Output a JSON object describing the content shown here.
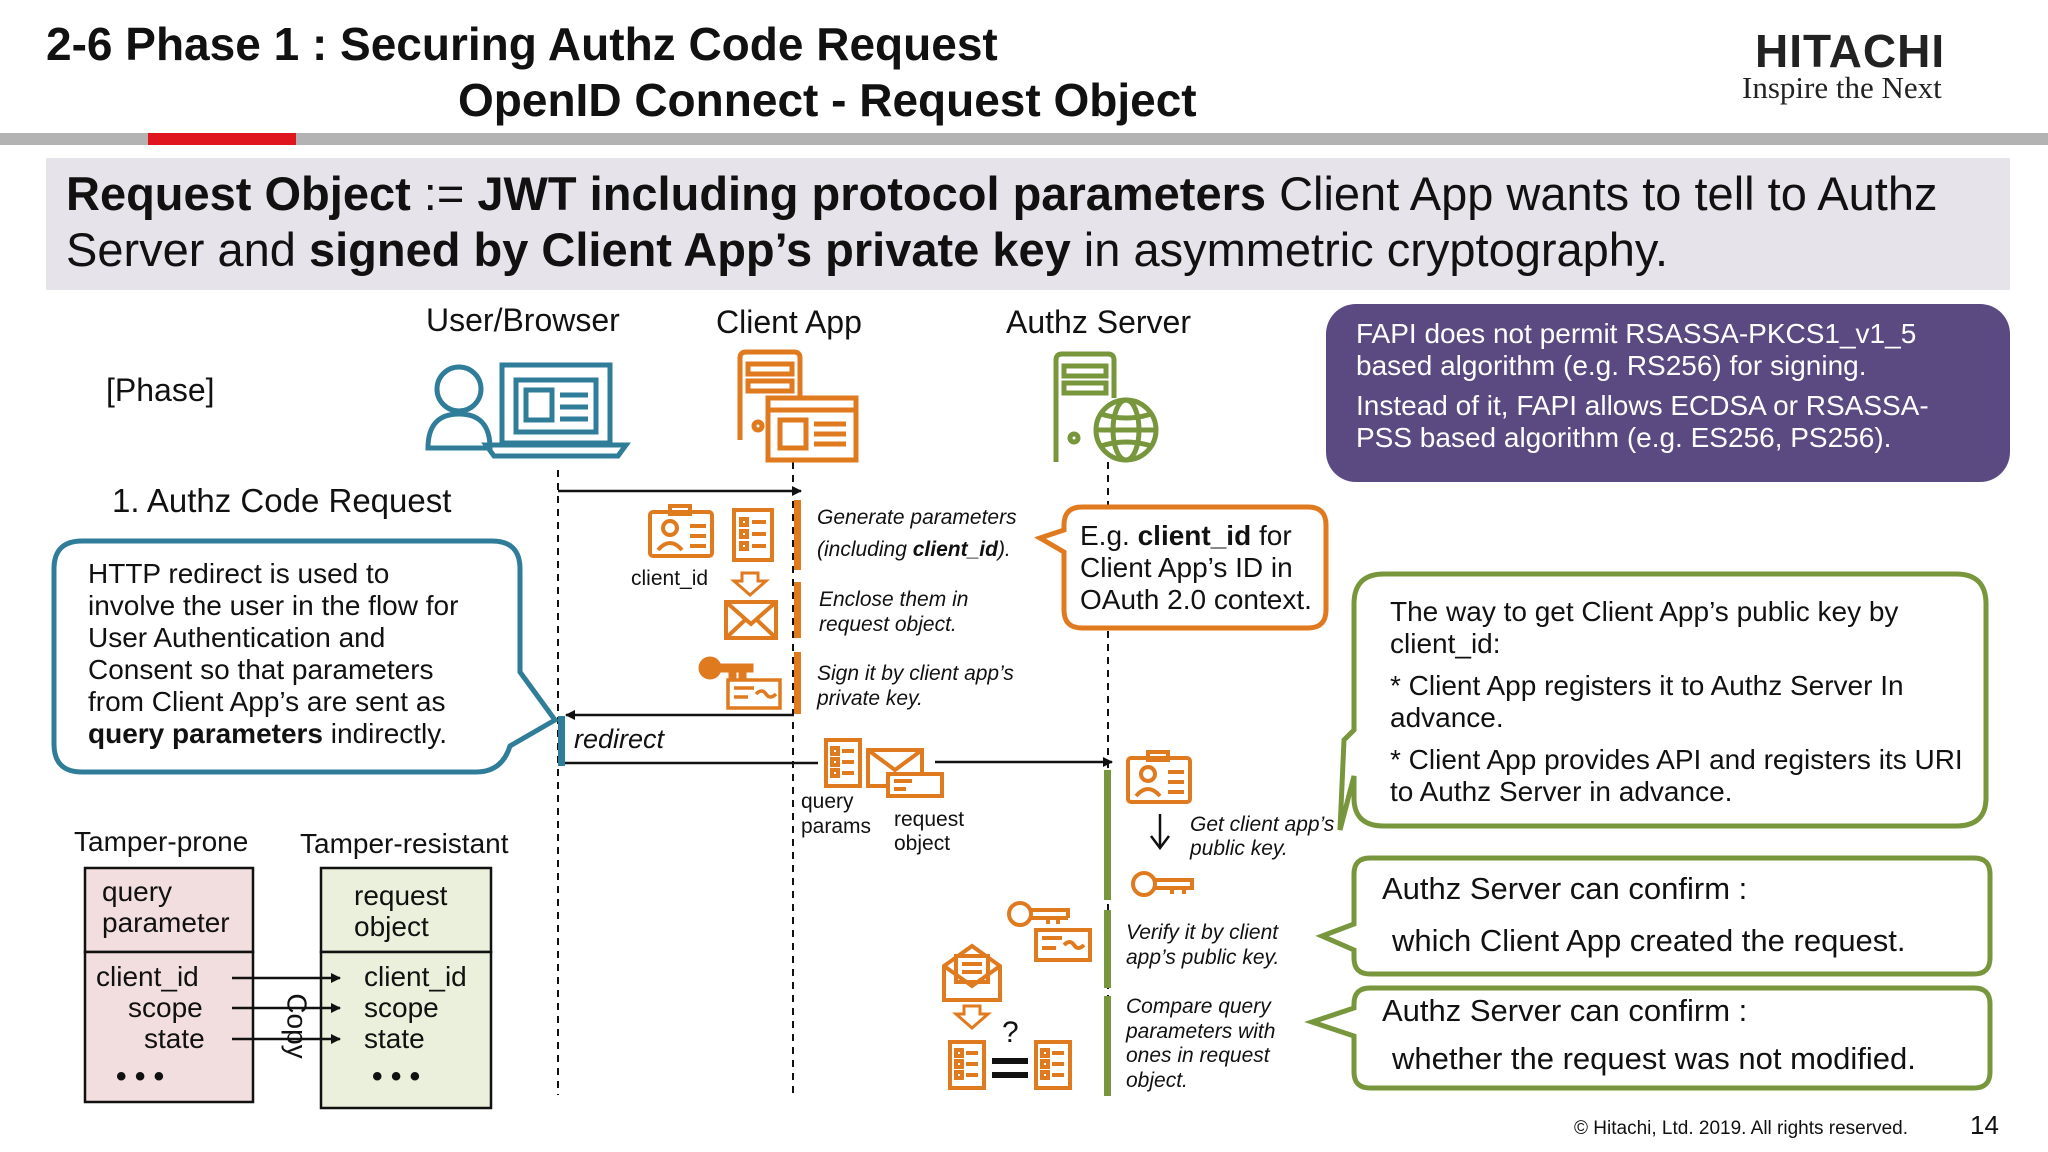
{
  "slide": {
    "title_line1": "2-6 Phase 1 : Securing Authz Code Request",
    "title_line2": "OpenID Connect - Request Object",
    "logo_main": "HITACHI",
    "logo_sub": "Inspire the Next",
    "lead": {
      "p1_bold": "Request Object",
      "p1_rest": " := ",
      "p2_bold": "JWT including protocol parameters",
      "p2_rest": " Client App wants to tell to Authz Server and ",
      "p3_bold": "signed by Client App’s private key",
      "p3_rest": " in asymmetric cryptography."
    },
    "footer": "© Hitachi, Ltd. 2019. All rights reserved.",
    "page_number": "14"
  },
  "lanes": {
    "user": "User/Browser",
    "client": "Client App",
    "server": "Authz Server"
  },
  "phase_label": "[Phase]",
  "phase_step": "1. Authz Code Request",
  "steps": {
    "gen_1": "Generate parameters",
    "gen_2a": "(including ",
    "gen_2b": "client_id",
    "gen_2c": ").",
    "enclose_1": "Enclose them in",
    "enclose_2": "request object.",
    "sign_1": "Sign it by client app’s",
    "sign_2": "private key.",
    "get_1": "Get client app’s",
    "get_2": "public key.",
    "verify_1": "Verify it by client",
    "verify_2": "app’s public key.",
    "compare_1": "Compare query",
    "compare_2": "parameters with",
    "compare_3": "ones in request",
    "compare_4": "object."
  },
  "labels": {
    "client_id": "client_id",
    "redirect": "redirect",
    "query_1": "query",
    "query_2": "params",
    "reqobj_1": "request",
    "reqobj_2": "object",
    "question": "?"
  },
  "callouts": {
    "http_1": "HTTP redirect is used to",
    "http_2": "involve the user in the flow for",
    "http_3": "User Authentication and",
    "http_4": "Consent so that parameters",
    "http_5": "from Client App’s are sent as",
    "http_6b": "query parameters",
    "http_6r": " indirectly.",
    "eg_1a": "E.g. ",
    "eg_1b": "client_id",
    "eg_1c": " for",
    "eg_2": "Client App’s ID in",
    "eg_3": "OAuth 2.0 context.",
    "fapi_1": "FAPI does not permit RSASSA-PKCS1_v1_5 based algorithm (e.g. RS256) for signing.",
    "fapi_2": "Instead of it, FAPI allows ECDSA or RSASSA-PSS based algorithm (e.g. ES256, PS256).",
    "way_1": "The way to get Client App’s public key by client_id:",
    "way_2": "* Client App registers it to Authz Server In advance.",
    "way_3": "* Client App provides API and registers its URI to Authz Server in advance.",
    "confirm_title": "Authz Server can confirm :",
    "confirm1_body": "which Client App created the request.",
    "confirm2_body": "whether the request was not modified."
  },
  "tamper": {
    "prone_title": "Tamper-prone",
    "resist_title": "Tamper-resistant",
    "prone_head_1": "query",
    "prone_head_2": "parameter",
    "resist_head_1": "request",
    "resist_head_2": "object",
    "row_1": "client_id",
    "row_2": "scope",
    "row_3": "state",
    "dots": "• • •",
    "copy": "Copy"
  },
  "colors": {
    "orange": "#e07a1f",
    "green": "#78963c",
    "teal": "#2f7d99",
    "purple": "#5b4a82",
    "red_bar": "#e0161e",
    "gray_bar": "#b3b3b3",
    "lead_bg": "#e7e3eb",
    "pink_box": "#f2dede",
    "green_box": "#eaf0dc"
  }
}
